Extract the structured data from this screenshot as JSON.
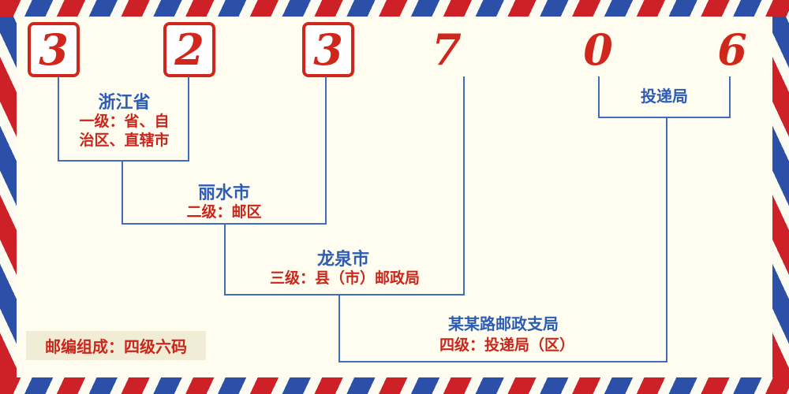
{
  "postal_code": {
    "digits": [
      "3",
      "2",
      "3",
      "7",
      "0",
      "6"
    ]
  },
  "levels": {
    "level1": {
      "region": "浙江省",
      "desc_line1": "一级：省、自",
      "desc_line2": "治区、直辖市"
    },
    "level2": {
      "region": "丽水市",
      "desc": "二级：邮区"
    },
    "level3": {
      "region": "龙泉市",
      "desc": "三级：县（市）邮政局"
    },
    "level4": {
      "region": "某某路邮政支局",
      "desc": "四级：投递局（区）"
    },
    "delivery": {
      "label": "投递局"
    }
  },
  "note": {
    "text": "邮编组成：四级六码"
  },
  "colors": {
    "digit_red": "#d1261b",
    "line_blue": "#3e6cc0",
    "title_blue": "#2d5cb5",
    "desc_red": "#c9261c",
    "stripe_red": "#ce2127",
    "stripe_blue": "#2c50a8",
    "background": "#fffdf0",
    "note_background": "#f1ecd6"
  }
}
